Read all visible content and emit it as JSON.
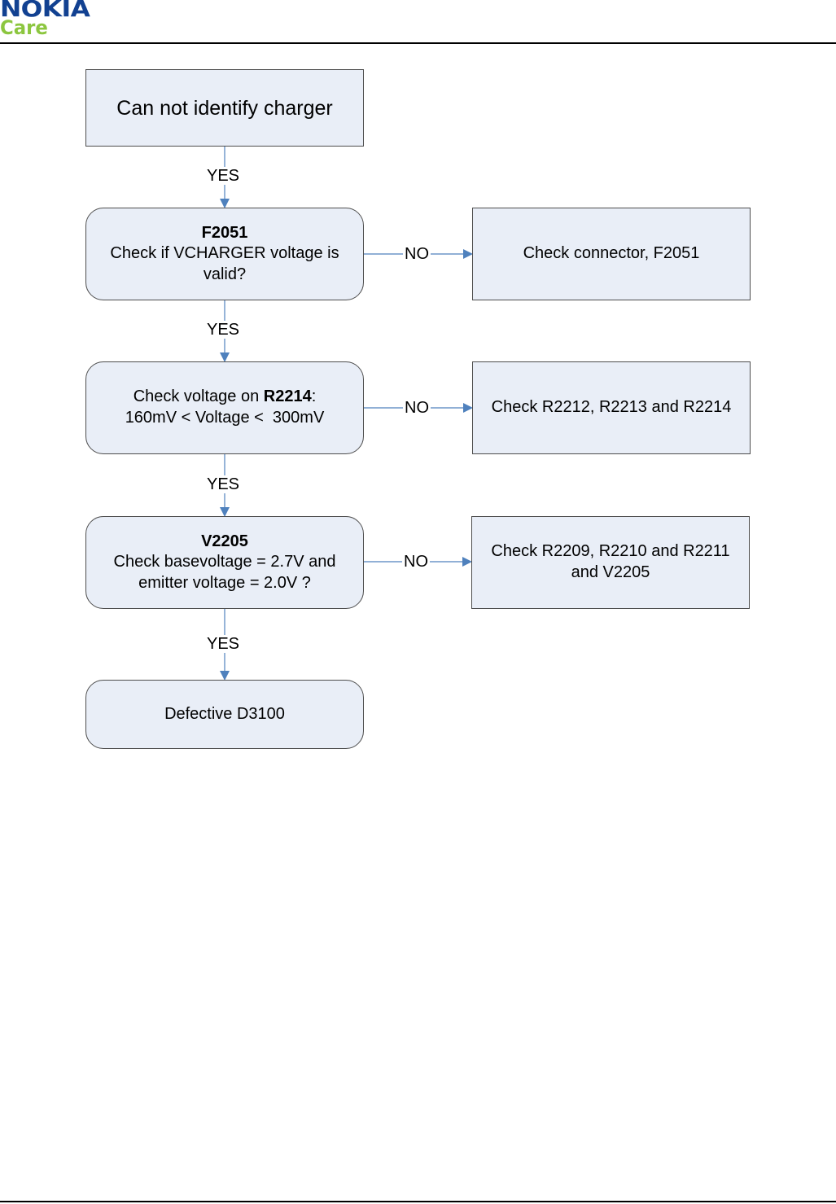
{
  "header": {
    "brand": "NOKIA",
    "sub_brand": "Care"
  },
  "flowchart": {
    "start": {
      "text": "Can not identify charger"
    },
    "step1": {
      "bold": "F2051",
      "line1": "Check if VCHARGER voltage is",
      "line2": "valid?"
    },
    "step2": {
      "pre": "Check voltage on ",
      "bold": "R2214",
      "post": ":",
      "line2": "160mV < Voltage <  300mV"
    },
    "step3": {
      "bold": "V2205",
      "line1": "Check basevoltage = 2.7V and",
      "line2": "emitter voltage = 2.0V ?"
    },
    "end": {
      "text": "Defective D3100"
    },
    "fail1": {
      "text": "Check connector, F2051"
    },
    "fail2": {
      "text": "Check R2212, R2213 and R2214"
    },
    "fail3": {
      "line1": "Check R2209, R2210 and R2211",
      "line2": "and V2205"
    },
    "labels": {
      "yes": "YES",
      "no": "NO"
    }
  },
  "colors": {
    "box_fill": "#e9eef7",
    "box_border": "#4d4d4d",
    "connector": "#4f81bd",
    "brand_blue": "#124191",
    "brand_green": "#8cc63f"
  }
}
